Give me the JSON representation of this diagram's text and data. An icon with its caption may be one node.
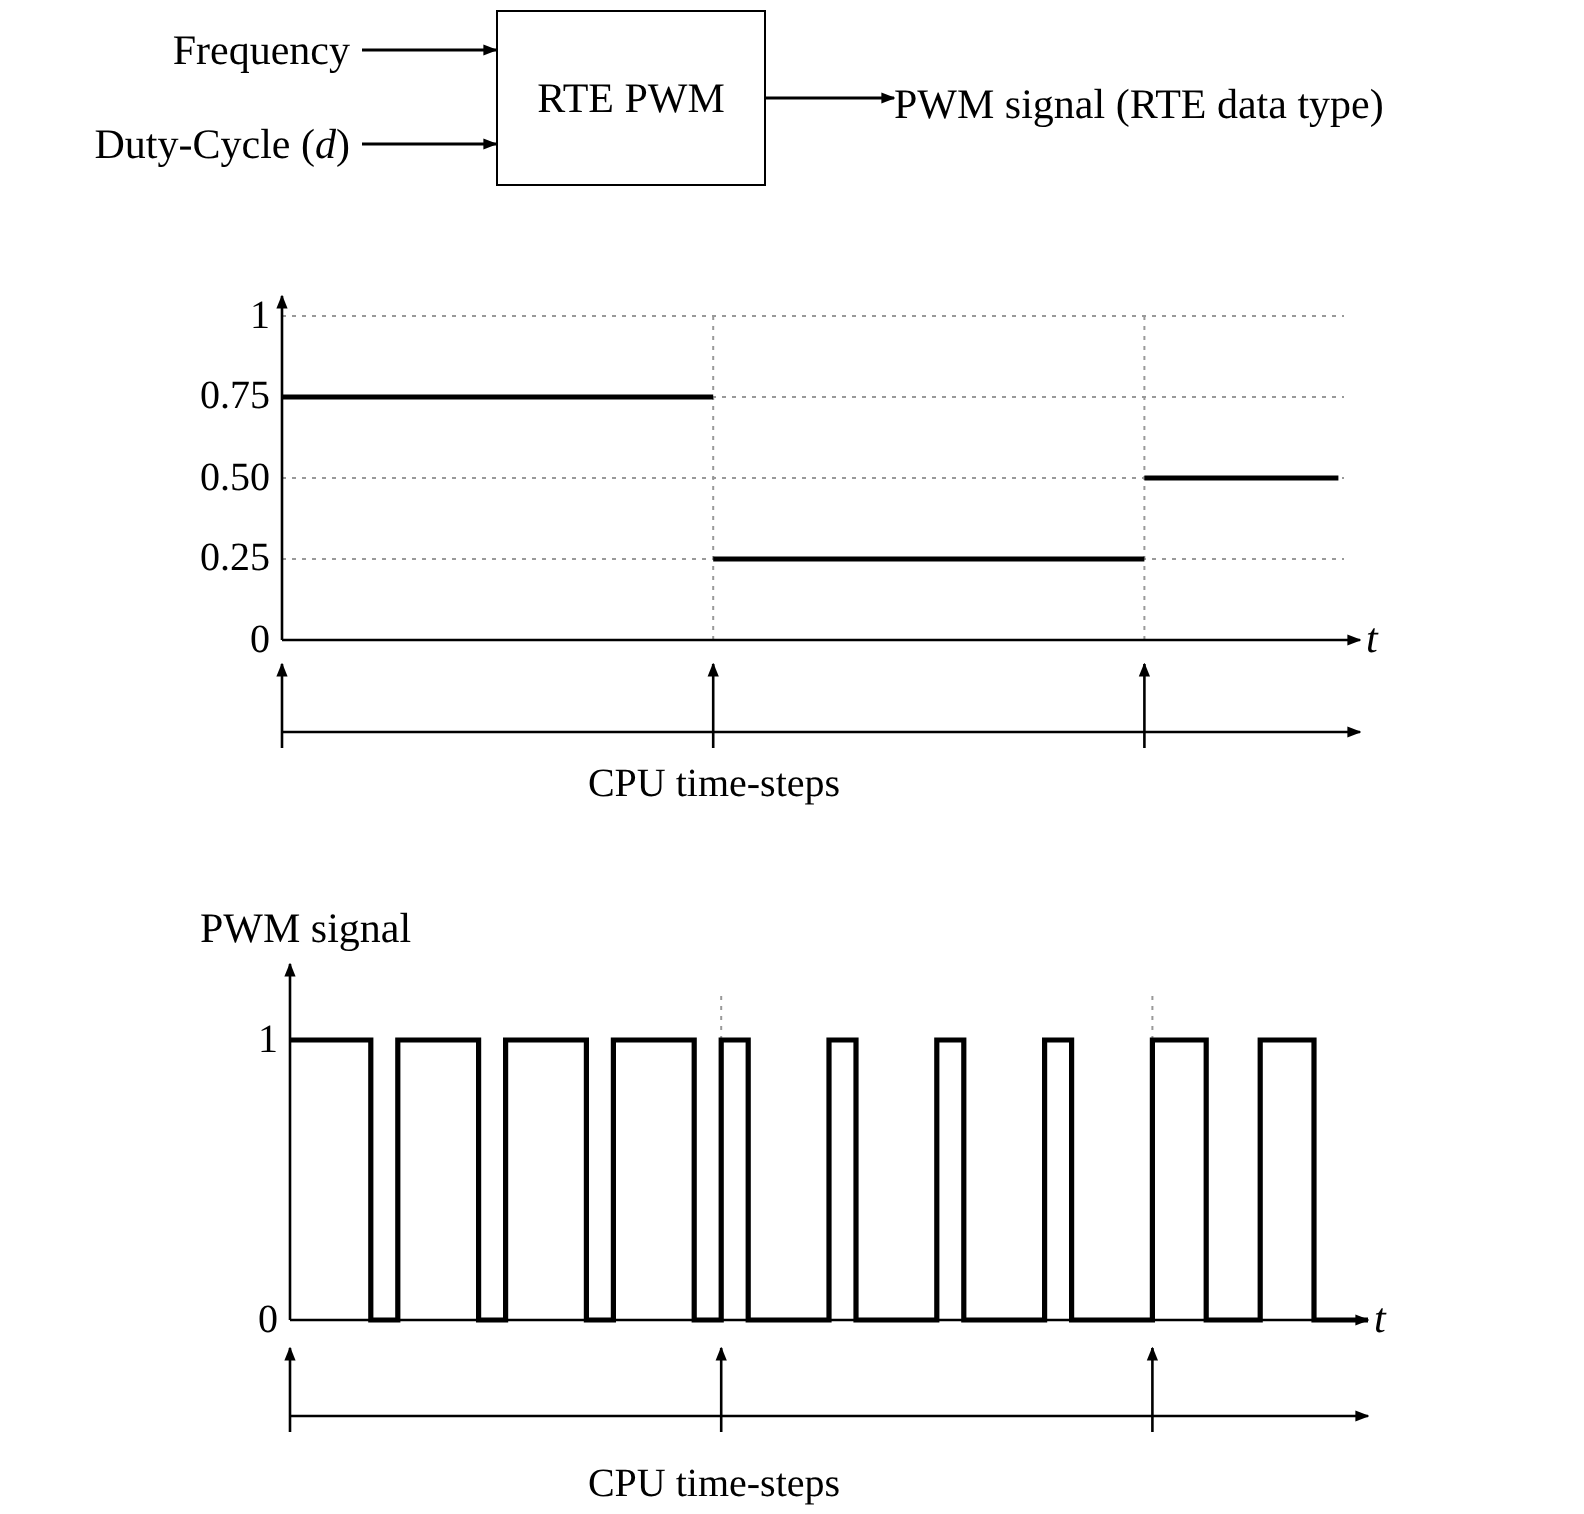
{
  "diagram": {
    "nodes": [
      {
        "text": [
          "Frequency"
        ]
      },
      {
        "text": [
          "Duty-Cycle (*d*)"
        ]
      },
      {
        "text": [
          "RTE PWM"
        ]
      },
      {
        "text": [
          "PWM signal (RTE data type)"
        ]
      }
    ],
    "edges": [
      {
        "from": 0,
        "to": 2,
        "arrow": "to"
      },
      {
        "from": 1,
        "to": 2,
        "arrow": "to"
      },
      {
        "from": 2,
        "to": 3,
        "arrow": "to"
      }
    ],
    "labels": [
      "1",
      "0.75",
      "0.50",
      "0.25",
      "0",
      "t",
      "CPU time-steps",
      "PWM signal",
      "1",
      "0",
      "t",
      "CPU time-steps"
    ]
  }
}
